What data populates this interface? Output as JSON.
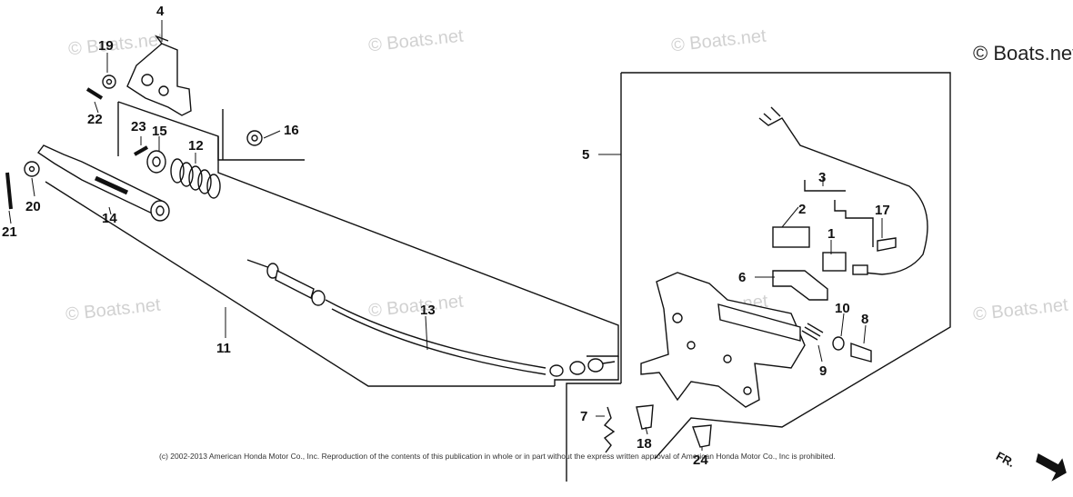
{
  "watermarks": [
    "© Boats.net",
    "© Boats.net",
    "© Boats.net",
    "© Boats.net",
    "© Boats.net",
    "© Boats.net",
    "© Boats.net",
    "© Boats.net"
  ],
  "part_labels": {
    "p1": "1",
    "p2": "2",
    "p3": "3",
    "p4": "4",
    "p5": "5",
    "p6": "6",
    "p7": "7",
    "p8": "8",
    "p9": "9",
    "p10": "10",
    "p11": "11",
    "p12": "12",
    "p13": "13",
    "p14": "14",
    "p15": "15",
    "p16": "16",
    "p17": "17",
    "p18": "18",
    "p19": "19",
    "p20": "20",
    "p21": "21",
    "p22": "22",
    "p23": "23",
    "p24": "24"
  },
  "copyright": "(c) 2002-2013 American Honda Motor Co., Inc. Reproduction of the contents of this publication in whole or in part without the express written approval of American Honda Motor Co., Inc is prohibited.",
  "direction_label": "FR.",
  "colors": {
    "ink": "#111111",
    "watermark": "#c9c9c9"
  }
}
